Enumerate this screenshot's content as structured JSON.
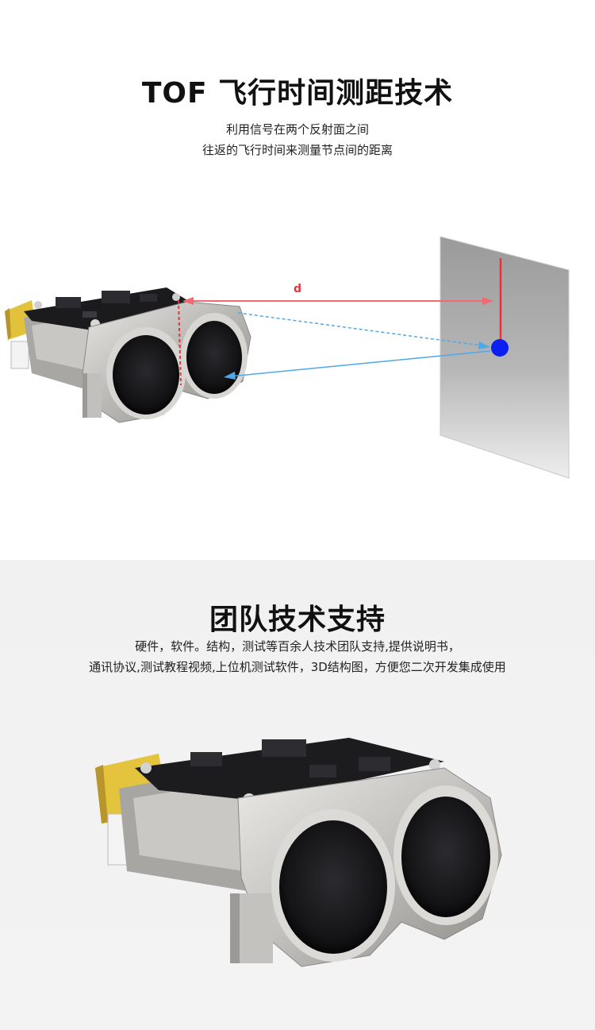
{
  "tof": {
    "title": "TOF 飞行时间测距技术",
    "subtitle_line1": "利用信号在两个反射面之间",
    "subtitle_line2": "往返的飞行时间来测量节点间的距离",
    "distance_label": "d"
  },
  "support": {
    "title": "团队技术支持",
    "desc_line1": "硬件，软件。结构，测试等百余人技术团队支持,提供说明书，",
    "desc_line2": "通讯协议,测试教程视频,上位机测试软件，3D结构图，方便您二次开发集成使用"
  },
  "colors": {
    "accent_red": "#e8323a",
    "beam_blue": "#4fa8e8",
    "target_blue": "#0a1ff0"
  }
}
